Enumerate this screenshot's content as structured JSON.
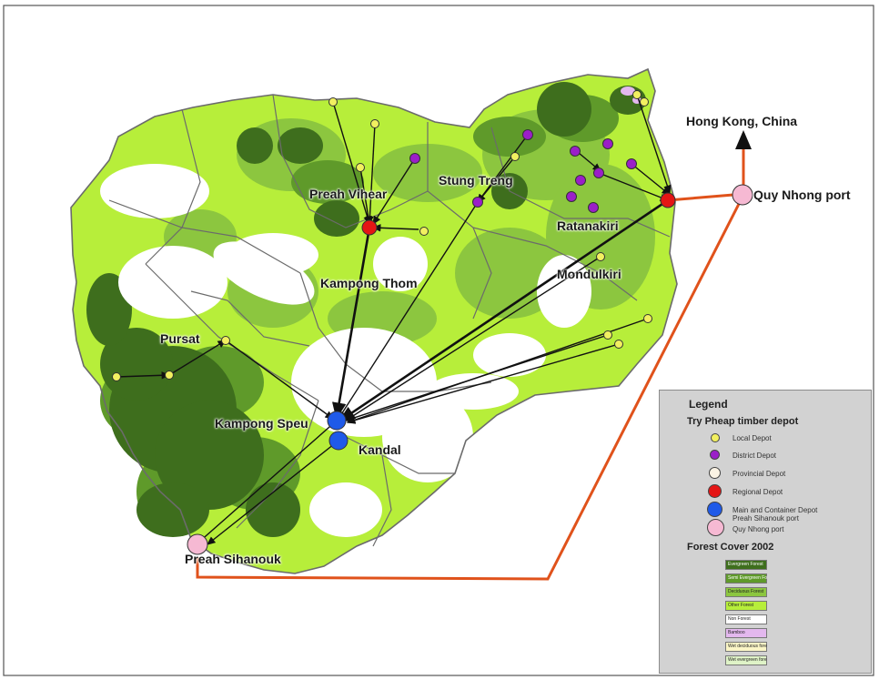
{
  "places": {
    "preah_vihear": "Preah Vihear",
    "stung_treng": "Stung Treng",
    "ratanakiri": "Ratanakiri",
    "mondulkiri": "Mondulkiri",
    "kampong_thom": "Kampong Thom",
    "pursat": "Pursat",
    "kampong_speu": "Kampong Speu",
    "kandal": "Kandal",
    "preah_sihanouk": "Preah Sihanouk",
    "quy_nhong_port": "Quy Nhong port",
    "hong_kong_china": "Hong Kong, China"
  },
  "legend": {
    "title": "Legend",
    "depot_title": "Try Pheap timber depot",
    "depots": [
      {
        "label": "Local Depot",
        "color": "#f2f060"
      },
      {
        "label": "District Depot",
        "color": "#9b1fc8"
      },
      {
        "label": "Provincial Depot",
        "color": "#fbf3e4"
      },
      {
        "label": "Regional Depot",
        "color": "#e41515"
      },
      {
        "label": "Main and Container Depot",
        "color": "#1f5ae8"
      },
      {
        "label": "Preah Sihanouk port",
        "color": ""
      },
      {
        "label": "Quy Nhong port",
        "color": "#f6b9d3"
      }
    ],
    "forest_title": "Forest Cover 2002",
    "forest": [
      {
        "label": "Evergreen Forest",
        "color": "#3e6e1d"
      },
      {
        "label": "Semi Evergreen Forest",
        "color": "#5f9a2a"
      },
      {
        "label": "Deciduous Forest",
        "color": "#8cc63f"
      },
      {
        "label": "Other Forest",
        "color": "#b7ee3a"
      },
      {
        "label": "Non Forest",
        "color": "#ffffff"
      },
      {
        "label": "Bamboo",
        "color": "#e3b8ee"
      },
      {
        "label": "Wet deciduous forest",
        "color": "#fbf6c6"
      },
      {
        "label": "Wet evergreen forest",
        "color": "#dff3c7"
      }
    ]
  },
  "colors": {
    "route": "#e0521b",
    "flow": "#111111",
    "border": "#6b6b6b"
  }
}
